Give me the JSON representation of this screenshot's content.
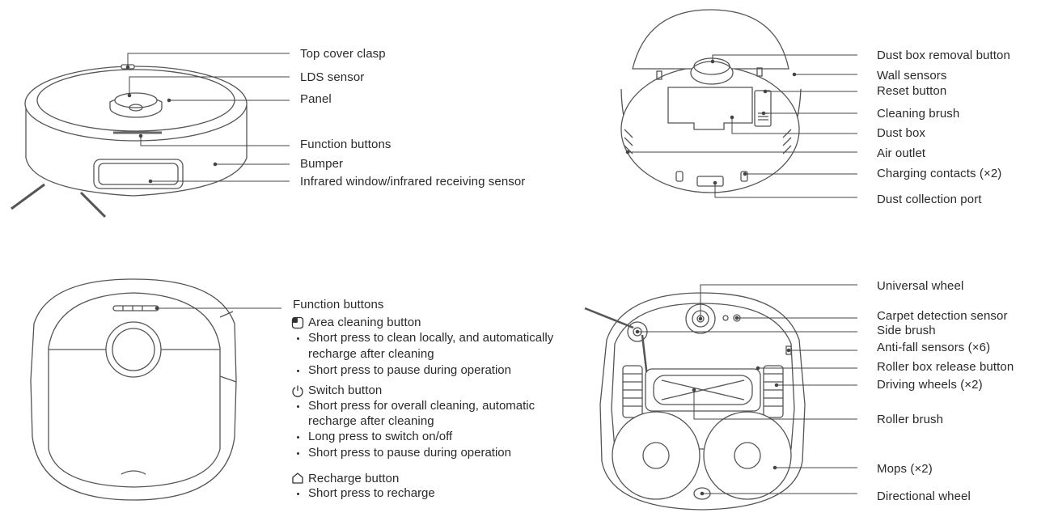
{
  "top_left": {
    "labels": [
      "Top cover clasp",
      "LDS sensor",
      "Panel",
      "Function buttons",
      "Bumper",
      "Infrared window/infrared receiving sensor"
    ]
  },
  "top_right": {
    "labels": [
      "Dust box removal button",
      "Wall sensors",
      "Reset button",
      "Cleaning brush",
      "Dust box",
      "Air outlet",
      "Charging contacts (×2)",
      "Dust collection port"
    ]
  },
  "bottom_left": {
    "heading": "Function buttons",
    "sections": [
      {
        "icon": "area-cleaning-icon",
        "title": "Area cleaning button",
        "bullets": [
          "Short press to clean locally, and automatically",
          "recharge after cleaning",
          "Short press to pause during operation"
        ]
      },
      {
        "icon": "power-icon",
        "title": "Switch  button",
        "bullets": [
          "Short press for overall cleaning, automatic",
          "recharge after cleaning",
          "Long press to switch on/off",
          "Short press to pause during operation"
        ]
      },
      {
        "icon": "home-icon",
        "title": "Recharge button",
        "bullets": [
          "Short press to recharge"
        ]
      }
    ]
  },
  "bottom_right": {
    "labels": [
      "Universal wheel",
      "Carpet detection sensor",
      "Side brush",
      "Anti-fall sensors (×6)",
      "Roller box release button",
      "Driving wheels (×2)",
      "Roller brush",
      "Mops (×2)",
      "Directional wheel"
    ]
  }
}
